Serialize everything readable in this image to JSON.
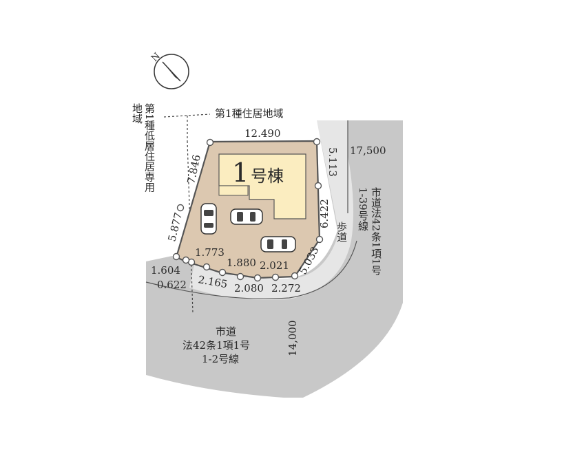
{
  "zoning": {
    "left_zone": "第1種低層住居専用地域",
    "right_zone": "第1種住居地域"
  },
  "lot": {
    "building_label_num": "1",
    "building_label_suffix": "号棟"
  },
  "dimensions": {
    "top": "12.490",
    "right_upper": "5.113",
    "right_middle": "6.422",
    "right_lower": "5.033",
    "left_upper": "7.846",
    "left_lower": "5.877",
    "bottom_1": "1.773",
    "bottom_2": "1.880",
    "bottom_3": "2.021",
    "bottom_4": "2.165",
    "bottom_5": "2.080",
    "bottom_6": "2.272",
    "corner_a": "1.604",
    "corner_b": "0.622"
  },
  "roads": {
    "right_road_width": "17,500",
    "right_road_name": "市道法42条1項1号1-39号線",
    "sidewalk": "歩道",
    "bottom_road_width": "14,000",
    "bottom_road_line1": "市道",
    "bottom_road_line2": "法42条1項1号",
    "bottom_road_line3": "1-2号線"
  },
  "compass": {
    "label": "N"
  },
  "colors": {
    "road": "#c8c8c8",
    "lot": "#dcc8b0",
    "building": "#fbedc0",
    "outline": "#555555"
  }
}
